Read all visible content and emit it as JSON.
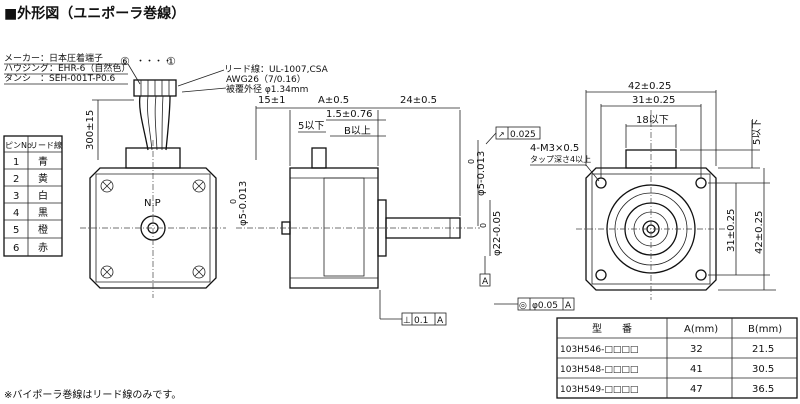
{
  "title": "■外形図（ユニポーラ巻線）",
  "connector": {
    "maker_label": "メーカー：日本圧着端子",
    "housing_label": "ハウジング：EHR-6（自然色）",
    "terminal_label": "タンシ　：SEH-001T-P0.6",
    "pin_label_6": "⑥",
    "pin_dots": "・・・・",
    "pin_label_1": "①",
    "lead_wire_spec": "リード線：UL-1007,CSA",
    "awg_spec": "AWG26（7/0.16）",
    "coating_spec": "被覆外径 φ1.34mm",
    "lead_length": "300±15"
  },
  "pin_table": {
    "headers": [
      "ピンNo.",
      "リード線"
    ],
    "rows": [
      [
        "1",
        "青"
      ],
      [
        "2",
        "黄"
      ],
      [
        "3",
        "白"
      ],
      [
        "4",
        "黒"
      ],
      [
        "5",
        "橙"
      ],
      [
        "6",
        "赤"
      ]
    ]
  },
  "front_view": {
    "label": "N.P"
  },
  "side_view": {
    "dim_a": "A±0.5",
    "dim_24": "24±0.5",
    "dim_15": "15±1",
    "dim_1_5": "1.5±0.76",
    "dim_5max": "5以下",
    "dim_b": "B以上",
    "shaft_dia": "φ5-0.013",
    "shaft_dia_zero": "0",
    "pilot_dia": "φ22-0.05",
    "pilot_dia_zero": "0",
    "left_dia": "φ5-0.013",
    "left_dia_zero": "0",
    "perp_tol_sym": "⊥",
    "perp_tol": "0.1",
    "perp_datum": "A",
    "parallel_sym": "↗",
    "parallel_tol": "0.025",
    "datum_a": "A",
    "concentric_sym": "◎",
    "concentric_tol": "φ0.05",
    "concentric_datum": "A"
  },
  "rear_view": {
    "dim_42": "42±0.25",
    "dim_31": "31±0.25",
    "dim_18": "18以下",
    "dim_5max": "5以下",
    "tap_spec": "4-M3×0.5",
    "tap_depth": "タップ深さ4以上",
    "dim_31_v": "31±0.25",
    "dim_42_v": "42±0.25"
  },
  "model_table": {
    "headers": [
      "型　　番",
      "A(mm)",
      "B(mm)"
    ],
    "rows": [
      [
        "103H546-□□□□",
        "32",
        "21.5"
      ],
      [
        "103H548-□□□□",
        "41",
        "30.5"
      ],
      [
        "103H549-□□□□",
        "47",
        "36.5"
      ]
    ]
  },
  "footnote": "※バイポーラ巻線はリード線のみです。"
}
